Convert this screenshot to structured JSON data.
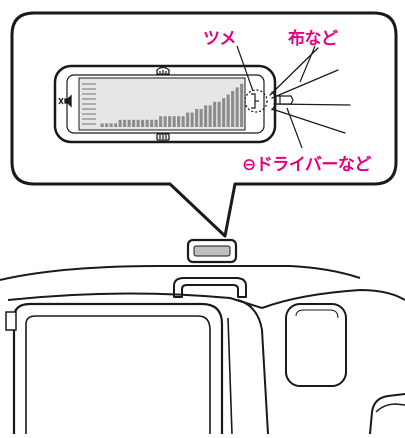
{
  "labels": {
    "tab": "ツメ",
    "cloth": "布など",
    "screwdriver": "⊖ドライバーなど"
  },
  "colors": {
    "callout_text": "#e4007f",
    "line": "#1a1a1a",
    "panel_fill": "#ffffff",
    "lcd_fill": "#e6e6e6",
    "lcd_bar": "#8c8c8c"
  },
  "lcd_bar_levels": [
    1,
    1,
    1,
    1,
    2,
    2,
    2,
    2,
    2,
    2,
    2,
    2,
    2,
    3,
    3,
    3,
    3,
    3,
    3,
    4,
    4,
    5,
    5,
    6,
    6,
    7,
    7,
    8,
    9,
    10,
    11,
    12
  ],
  "icons": {
    "top": "front-defrost-icon",
    "bottom": "rear-defrost-icon",
    "left": "mute-speaker-icon",
    "right": "display-tab-icon"
  }
}
